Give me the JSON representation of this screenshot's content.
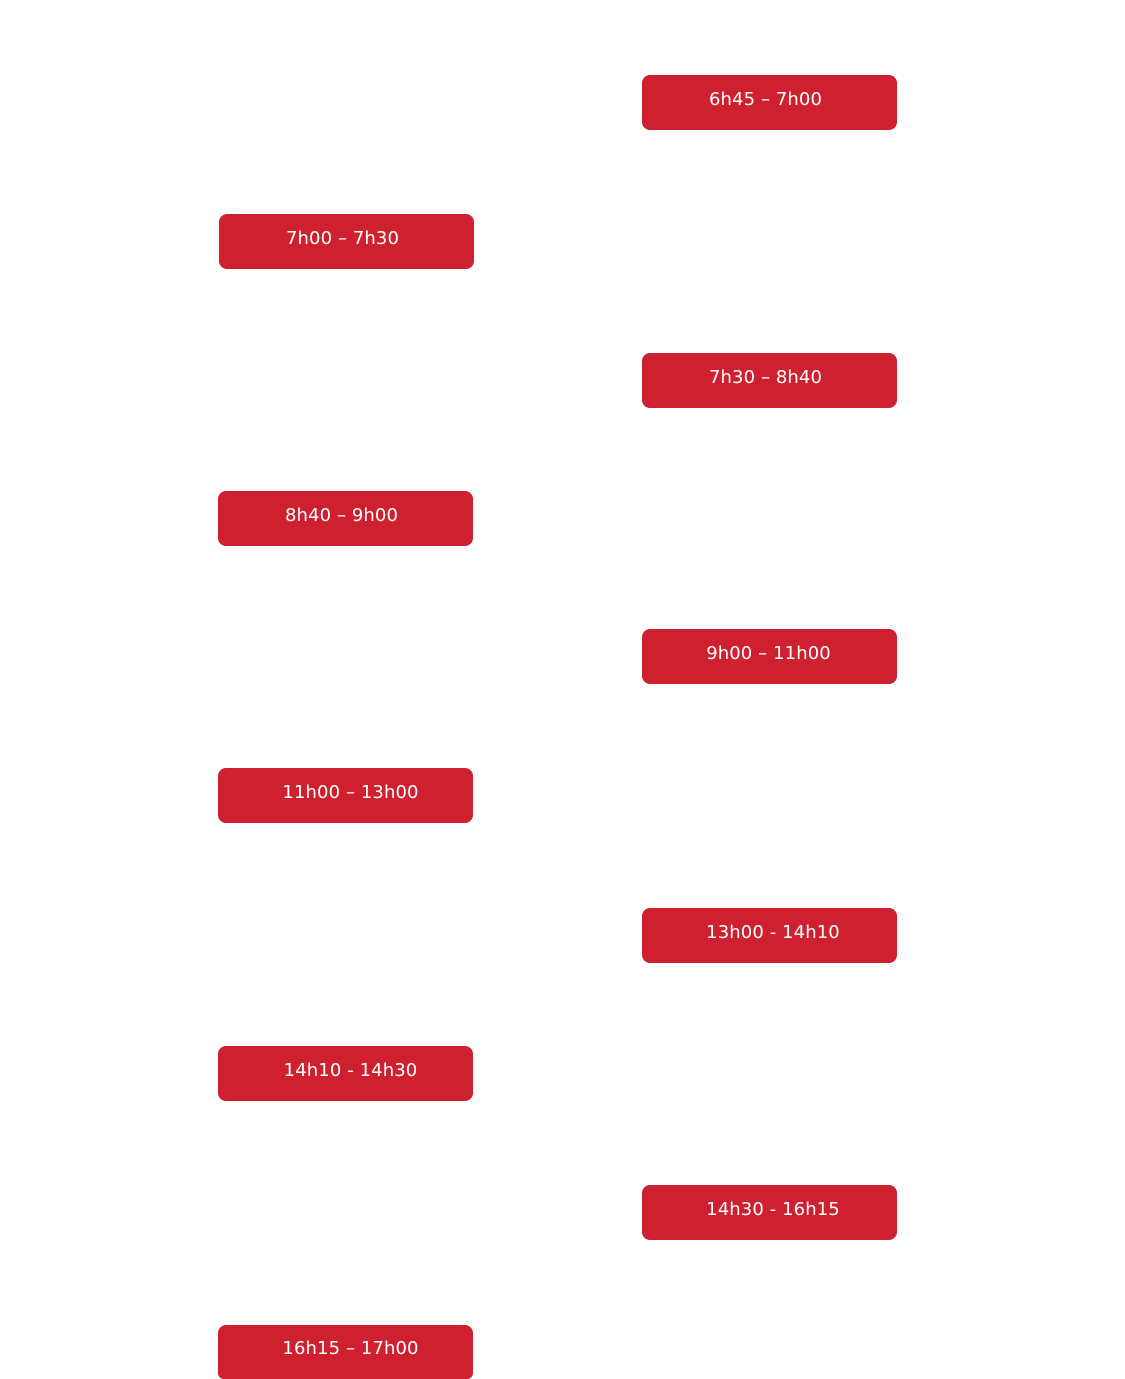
{
  "schedule": {
    "slots": [
      {
        "label": "6h45 – 7h00"
      },
      {
        "label": "7h00 – 7h30"
      },
      {
        "label": "7h30 – 8h40"
      },
      {
        "label": "8h40 – 9h00"
      },
      {
        "label": "9h00 – 11h00"
      },
      {
        "label": "11h00 – 13h00"
      },
      {
        "label": "13h00 - 14h10"
      },
      {
        "label": "14h10 - 14h30"
      },
      {
        "label": "14h30 - 16h15"
      },
      {
        "label": "16h15 – 17h00"
      }
    ]
  },
  "colors": {
    "slot_background": "#cf202f",
    "slot_text": "#ffffff",
    "page_background": "#ffffff"
  }
}
